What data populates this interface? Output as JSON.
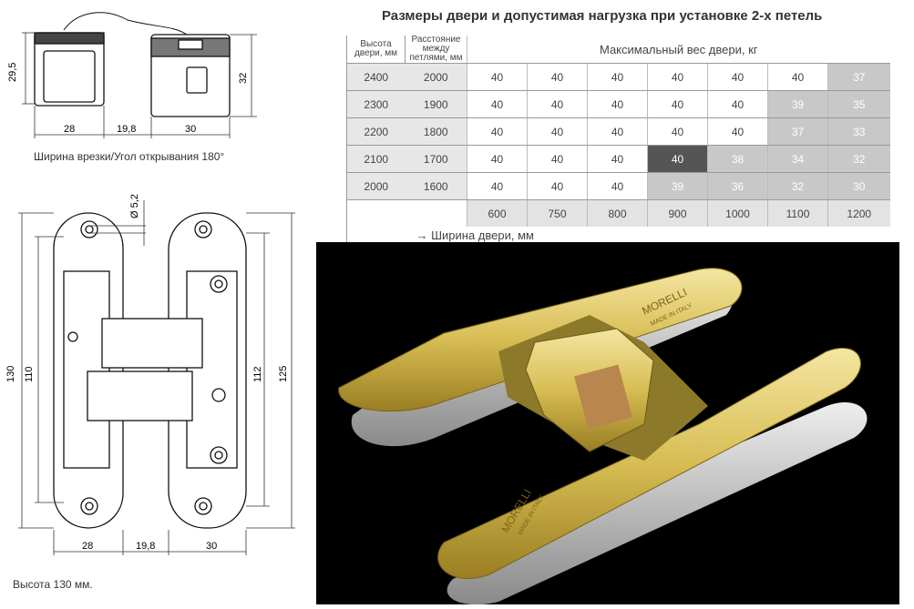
{
  "drawing_top": {
    "dims": {
      "h1": "29,5",
      "h2": "32",
      "w1": "28",
      "w2": "19,8",
      "w3": "30"
    },
    "caption": "Ширина врезки/Угол открывания 180°"
  },
  "drawing_main": {
    "dims": {
      "hole": "Ø 5,2",
      "h130": "130",
      "h110": "110",
      "h112": "112",
      "h125": "125",
      "w1": "28",
      "w2": "19,8",
      "w3": "30"
    },
    "caption": "Высота 130 мм."
  },
  "table": {
    "title": "Размеры двери и допустимая нагрузка при установке 2-х петель",
    "col_height_header": "Высота двери, мм",
    "col_spacing_header": "Расстояние между петлями, мм",
    "weight_header": "Максимальный вес двери, кг",
    "widths": [
      "600",
      "750",
      "800",
      "900",
      "1000",
      "1100",
      "1200"
    ],
    "width_axis_label": "→ Ширина двери, мм",
    "rows": [
      {
        "height": "2400",
        "spacing": "2000",
        "values": [
          "40",
          "40",
          "40",
          "40",
          "40",
          "40",
          "37"
        ]
      },
      {
        "height": "2300",
        "spacing": "1900",
        "values": [
          "40",
          "40",
          "40",
          "40",
          "40",
          "39",
          "35"
        ]
      },
      {
        "height": "2200",
        "spacing": "1800",
        "values": [
          "40",
          "40",
          "40",
          "40",
          "40",
          "37",
          "33"
        ]
      },
      {
        "height": "2100",
        "spacing": "1700",
        "values": [
          "40",
          "40",
          "40",
          "40",
          "38",
          "34",
          "32"
        ]
      },
      {
        "height": "2000",
        "spacing": "1600",
        "values": [
          "40",
          "40",
          "40",
          "39",
          "36",
          "32",
          "30"
        ]
      }
    ]
  },
  "photo": {
    "brand": "MORELLI",
    "made_in": "MADE IN ITALY"
  },
  "colors": {
    "brass": "#d7bd53",
    "chrome": "#c9c9c9",
    "cell_light": "#e7e7e7",
    "cell_shade": "#c8c8c8",
    "cell_dark": "#555555"
  }
}
